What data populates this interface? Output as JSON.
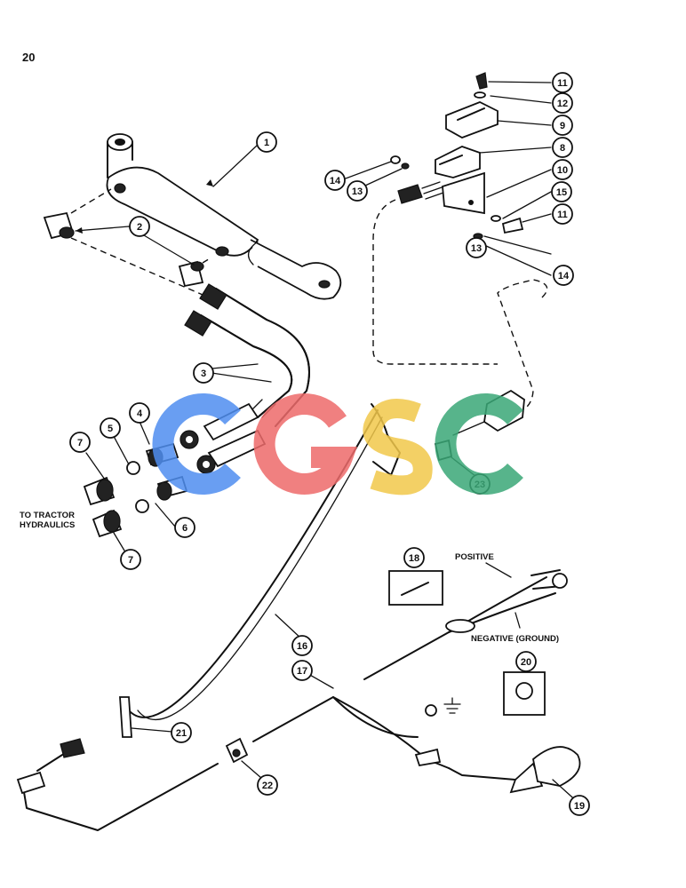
{
  "page_number": "20",
  "labels": {
    "to_tractor": "TO TRACTOR",
    "hydraulics": "HYDRAULICS",
    "positive": "POSITIVE",
    "negative": "NEGATIVE (GROUND)"
  },
  "watermark": {
    "text": "CGSC",
    "colors": [
      "#4f8ef0",
      "#ee6b6b",
      "#f2c84b",
      "#3aa877"
    ]
  },
  "callouts": [
    "1",
    "2",
    "3",
    "4",
    "5",
    "6",
    "7",
    "7",
    "8",
    "9",
    "10",
    "11",
    "11",
    "12",
    "13",
    "13",
    "14",
    "14",
    "15",
    "16",
    "17",
    "18",
    "19",
    "20",
    "21",
    "22",
    "23"
  ]
}
